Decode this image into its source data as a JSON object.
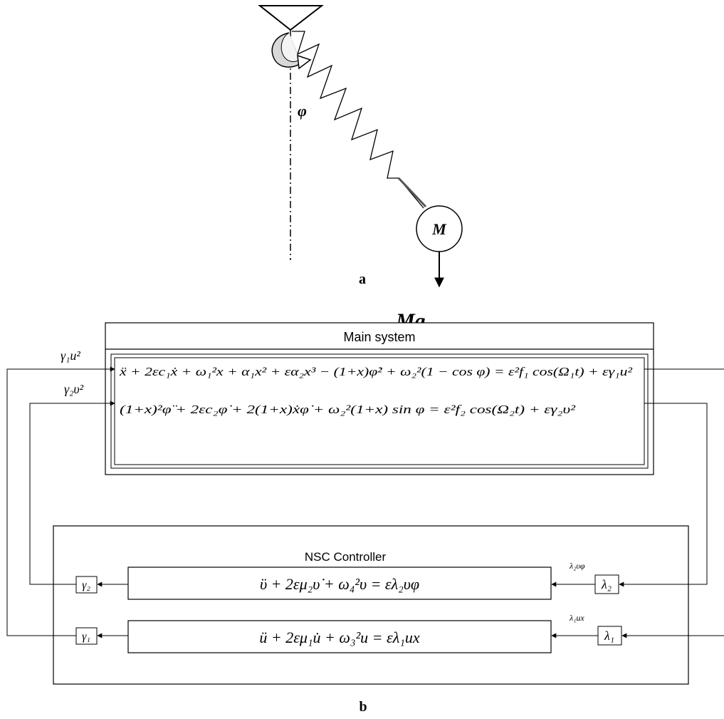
{
  "figure_a": {
    "angle_symbol": "φ",
    "mass_symbol": "M",
    "force_label": "Mg",
    "caption": "a"
  },
  "figure_b": {
    "caption": "b",
    "main_system": {
      "title": "Main system",
      "input_1": "γ₁u²",
      "input_2": "γ₂υ²",
      "equation_1": "ẍ + 2εc₁ẋ + ω₁²x + α₁x² + εα₂x³ − (1+x)φ̇² + ω₂²(1 − cos φ) = ε²f₁ cos(Ω₁t) + εγ₁u²",
      "equation_2": "(1+x)²φ̈ + 2εc₂φ̇ + 2(1+x)ẋφ̇ + ω₂²(1+x) sin φ = ε²f₂ cos(Ω₂t) + εγ₂υ²"
    },
    "controller": {
      "title": "NSC Controller",
      "equation_v": "ϋ + 2εμ₂υ̇ + ω₄²υ = ελ₂υφ",
      "equation_u": "ü + 2εμ₁u̇ + ω₃²u = ελ₁ux",
      "gain_gamma_2": "γ₂",
      "gain_gamma_1": "γ₁",
      "gain_lambda_2": "λ₂",
      "gain_lambda_1": "λ₁",
      "signal_lambda_2": "λ₂υφ",
      "signal_lambda_1": "λ₁ux"
    }
  }
}
